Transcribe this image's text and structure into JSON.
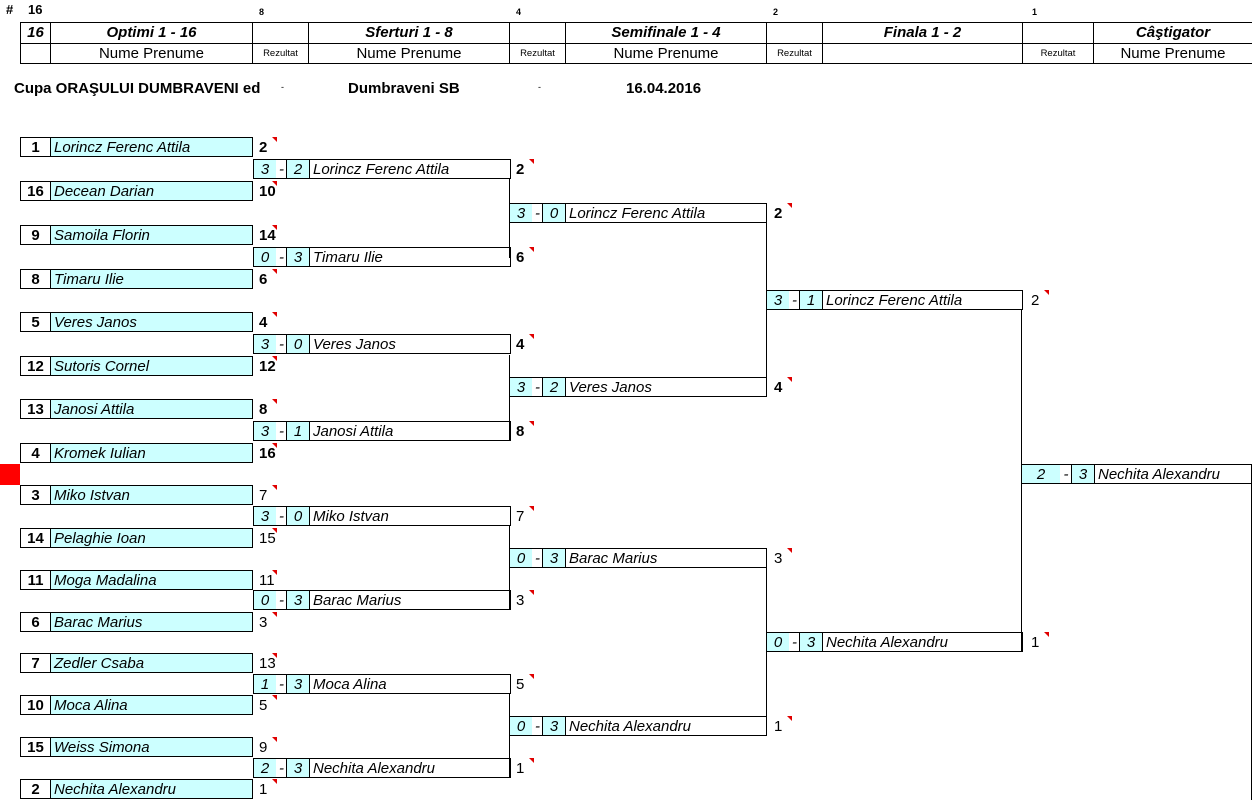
{
  "header": {
    "hash": "#",
    "draw_size": "16",
    "round_counts": [
      "8",
      "4",
      "2",
      "1"
    ],
    "rounds": [
      "Optimi 1 - 16",
      "Sferturi 1 - 8",
      "Semifinale 1 - 4",
      "Finala 1 - 2",
      "Câştigator"
    ],
    "corner_value": "16",
    "name_label": "Nume Prenume",
    "result_label": "Rezultat"
  },
  "info": {
    "cup": "Cupa ORAŞULUI DUMBRAVENI ed",
    "dash1": "-",
    "location": "Dumbraveni SB",
    "dash2": "-",
    "date": "16.04.2016"
  },
  "round1": [
    {
      "seed": "1",
      "name": "Lorincz Ferenc Attila",
      "result": "2",
      "bold": true
    },
    {
      "seed": "16",
      "name": "Decean Darian",
      "result": "10",
      "bold": true
    },
    {
      "seed": "9",
      "name": "Samoila Florin",
      "result": "14",
      "bold": true
    },
    {
      "seed": "8",
      "name": "Timaru Ilie",
      "result": "6",
      "bold": true
    },
    {
      "seed": "5",
      "name": "Veres Janos",
      "result": "4",
      "bold": true
    },
    {
      "seed": "12",
      "name": "Sutoris Cornel",
      "result": "12",
      "bold": true
    },
    {
      "seed": "13",
      "name": "Janosi Attila",
      "result": "8",
      "bold": true
    },
    {
      "seed": "4",
      "name": "Kromek Iulian",
      "result": "16",
      "bold": true
    },
    {
      "seed": "3",
      "name": "Miko Istvan",
      "result": "7",
      "bold": false
    },
    {
      "seed": "14",
      "name": "Pelaghie Ioan",
      "result": "15",
      "bold": false
    },
    {
      "seed": "11",
      "name": "Moga Madalina",
      "result": "11",
      "bold": false
    },
    {
      "seed": "6",
      "name": "Barac Marius",
      "result": "3",
      "bold": false
    },
    {
      "seed": "7",
      "name": "Zedler Csaba",
      "result": "13",
      "bold": false
    },
    {
      "seed": "10",
      "name": "Moca Alina",
      "result": "5",
      "bold": false
    },
    {
      "seed": "15",
      "name": "Weiss Simona",
      "result": "9",
      "bold": false
    },
    {
      "seed": "2",
      "name": "Nechita Alexandru",
      "result": "1",
      "bold": false
    }
  ],
  "round2": [
    {
      "s1": "3",
      "s2": "2",
      "name": "Lorincz Ferenc Attila",
      "result": "2",
      "bold": true
    },
    {
      "s1": "0",
      "s2": "3",
      "name": "Timaru Ilie",
      "result": "6",
      "bold": true
    },
    {
      "s1": "3",
      "s2": "0",
      "name": "Veres Janos",
      "result": "4",
      "bold": true
    },
    {
      "s1": "3",
      "s2": "1",
      "name": "Janosi Attila",
      "result": "8",
      "bold": true
    },
    {
      "s1": "3",
      "s2": "0",
      "name": "Miko Istvan",
      "result": "7",
      "bold": false
    },
    {
      "s1": "0",
      "s2": "3",
      "name": "Barac Marius",
      "result": "3",
      "bold": false
    },
    {
      "s1": "1",
      "s2": "3",
      "name": "Moca Alina",
      "result": "5",
      "bold": false
    },
    {
      "s1": "2",
      "s2": "3",
      "name": "Nechita Alexandru",
      "result": "1",
      "bold": false
    }
  ],
  "round3": [
    {
      "s1": "3",
      "s2": "0",
      "name": "Lorincz Ferenc Attila",
      "result": "2",
      "bold": true
    },
    {
      "s1": "3",
      "s2": "2",
      "name": "Veres Janos",
      "result": "4",
      "bold": true
    },
    {
      "s1": "0",
      "s2": "3",
      "name": "Barac Marius",
      "result": "3",
      "bold": false
    },
    {
      "s1": "0",
      "s2": "3",
      "name": "Nechita Alexandru",
      "result": "1",
      "bold": false
    }
  ],
  "round4": [
    {
      "s1": "3",
      "s2": "1",
      "name": "Lorincz Ferenc Attila",
      "result": "2",
      "bold": false
    },
    {
      "s1": "0",
      "s2": "3",
      "name": "Nechita Alexandru",
      "result": "1",
      "bold": false
    }
  ],
  "final": {
    "s1": "2",
    "s2": "3",
    "name": "Nechita Alexandru"
  },
  "dash": "-"
}
